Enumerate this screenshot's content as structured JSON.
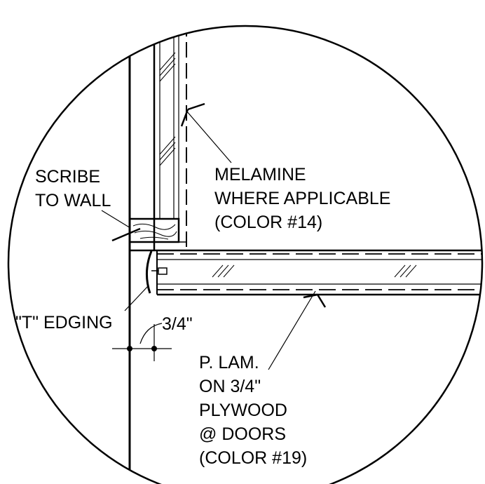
{
  "labels": {
    "scribe": [
      "SCRIBE",
      "TO WALL"
    ],
    "melamine": [
      "MELAMINE",
      "WHERE APPLICABLE",
      "(COLOR #14)"
    ],
    "t_edging": "\"T\" EDGING",
    "dimension": "3/4\"",
    "plam": [
      "P. LAM.",
      "ON 3/4\"",
      "PLYWOOD",
      "@ DOORS",
      "(COLOR #19)"
    ]
  }
}
